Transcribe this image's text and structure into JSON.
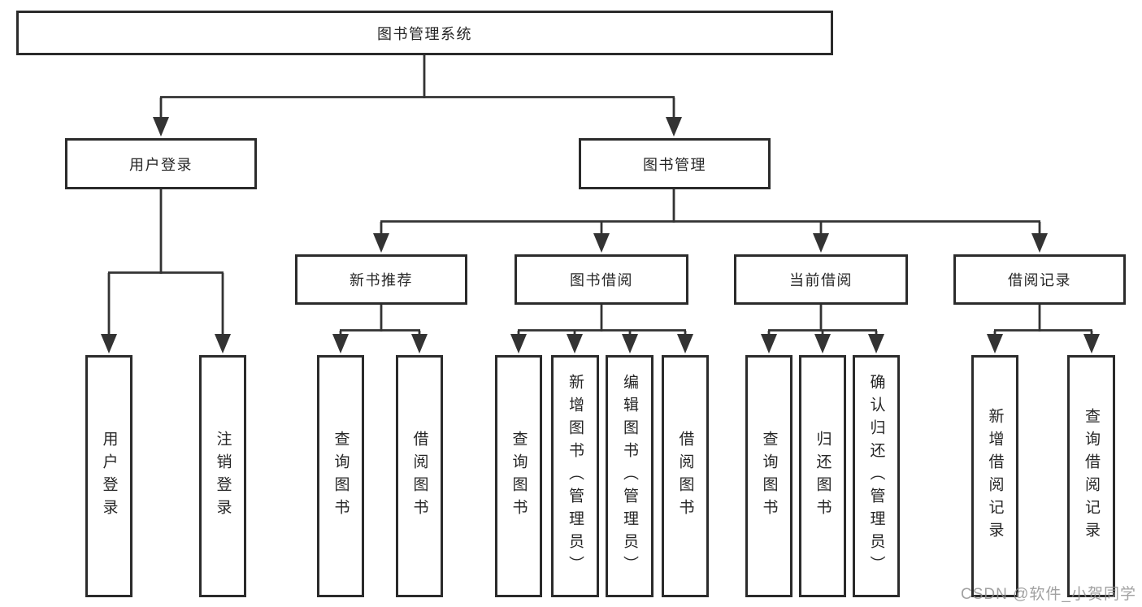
{
  "diagram": {
    "type": "hierarchy-tree",
    "root": {
      "label": "图书管理系统"
    },
    "level2": [
      {
        "label": "用户登录"
      },
      {
        "label": "图书管理"
      }
    ],
    "level3": [
      {
        "label": "新书推荐"
      },
      {
        "label": "图书借阅"
      },
      {
        "label": "当前借阅"
      },
      {
        "label": "借阅记录"
      }
    ],
    "leaves": {
      "user_login_group": [
        {
          "label": "用户登录"
        },
        {
          "label": "注销登录"
        }
      ],
      "new_book_group": [
        {
          "label": "查询图书"
        },
        {
          "label": "借阅图书"
        }
      ],
      "borrow_group": [
        {
          "label": "查询图书"
        },
        {
          "label": "新增图书（管理员）"
        },
        {
          "label": "编辑图书（管理员）"
        },
        {
          "label": "借阅图书"
        }
      ],
      "current_group": [
        {
          "label": "查询图书"
        },
        {
          "label": "归还图书"
        },
        {
          "label": "确认归还（管理员）"
        }
      ],
      "record_group": [
        {
          "label": "新增借阅记录"
        },
        {
          "label": "查询借阅记录"
        }
      ]
    }
  },
  "watermark": {
    "text": "CSDN @软件_小贺同学"
  },
  "colors": {
    "line": "#333333",
    "box_border": "#2b2b2b",
    "box_fill": "#ffffff",
    "text": "#262626",
    "watermark": "#919191"
  }
}
